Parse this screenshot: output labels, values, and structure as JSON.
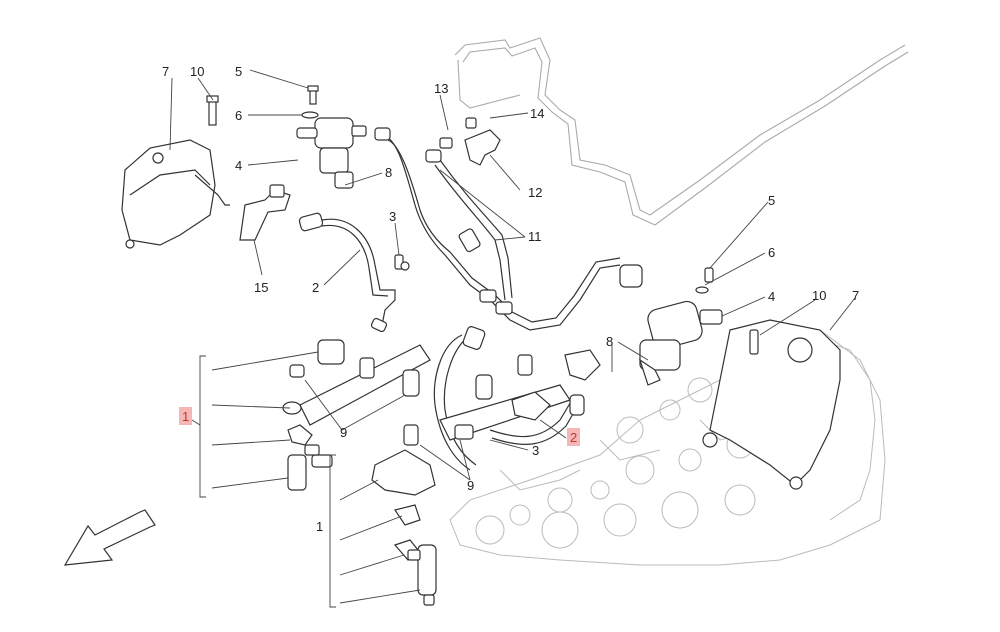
{
  "labels": {
    "n1_left": "1",
    "n1_bottom": "1",
    "n2_left": "2",
    "n2_right": "2",
    "n3_top": "3",
    "n3_bottom": "3",
    "n4_left": "4",
    "n4_right": "4",
    "n5_left": "5",
    "n5_right": "5",
    "n6_left": "6",
    "n6_right": "6",
    "n7_left": "7",
    "n7_right": "7",
    "n8_top": "8",
    "n8_right": "8",
    "n9_left": "9",
    "n9_bottom": "9",
    "n10_left": "10",
    "n10_right": "10",
    "n11": "11",
    "n12": "12",
    "n13": "13",
    "n14": "14",
    "n15": "15"
  },
  "colors": {
    "highlight_box": "#f4b6b6",
    "highlight_text": "#c0392b",
    "line": "#333333",
    "ghost_engine": "#bbbbbb"
  },
  "icons": {
    "direction_arrow": "arrow-front-icon"
  }
}
